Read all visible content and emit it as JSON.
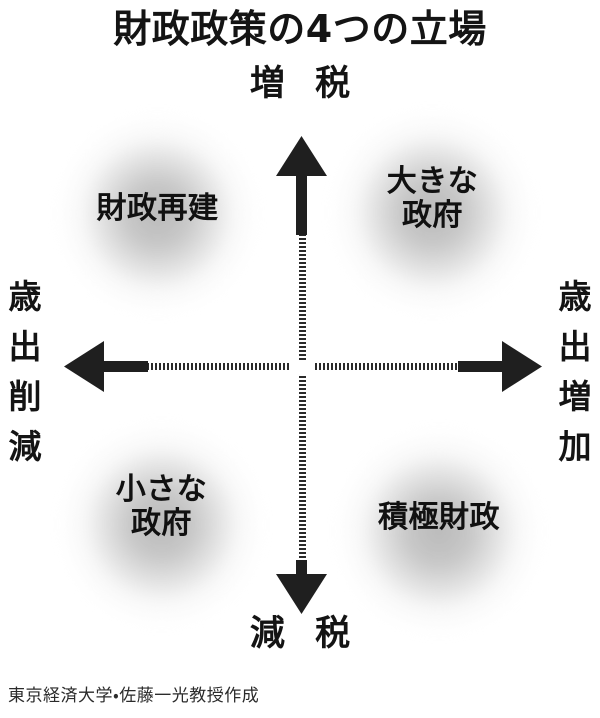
{
  "figure": {
    "title": "財政政策の4つの立場",
    "credit": "東京経済大学・佐藤一光教授作成"
  },
  "axes": {
    "vertical": {
      "top_label": "増 税",
      "bottom_label": "減 税"
    },
    "horizontal": {
      "left_label_chars": [
        "歳",
        "出",
        "削",
        "減"
      ],
      "right_label_chars": [
        "歳",
        "出",
        "増",
        "加"
      ],
      "left_label": "歳出削減",
      "right_label": "歳出増加"
    }
  },
  "quadrants": [
    {
      "position": "top-left",
      "label": "財政再建"
    },
    {
      "position": "top-right",
      "label": "大きな\n政府"
    },
    {
      "position": "bottom-left",
      "label": "小さな\n政府"
    },
    {
      "position": "bottom-right",
      "label": "積極財政"
    }
  ],
  "chart_data": {
    "type": "scatter",
    "title": "財政政策の4つの立場",
    "xlabel": "歳出削減 ←→ 歳出増加",
    "ylabel": "減税 ←→ 増税",
    "xlim": [
      -1,
      1
    ],
    "ylim": [
      -1,
      1
    ],
    "grid": false,
    "legend": "none",
    "annotations": [
      {
        "label": "財政再建",
        "x": -0.55,
        "y": 0.55,
        "quadrant": "top-left"
      },
      {
        "label": "大きな政府",
        "x": 0.55,
        "y": 0.55,
        "quadrant": "top-right"
      },
      {
        "label": "小さな政府",
        "x": -0.55,
        "y": -0.55,
        "quadrant": "bottom-left"
      },
      {
        "label": "積極財政",
        "x": 0.55,
        "y": -0.55,
        "quadrant": "bottom-right"
      }
    ],
    "axis_tick_labels": {
      "top": "増 税",
      "bottom": "減 税",
      "left": "歳出削減",
      "right": "歳出増加"
    }
  },
  "colors": {
    "background": "#ffffff",
    "ink": "#141414",
    "blob_center": "#c0c0c0",
    "axis": "#2a2a2a"
  }
}
